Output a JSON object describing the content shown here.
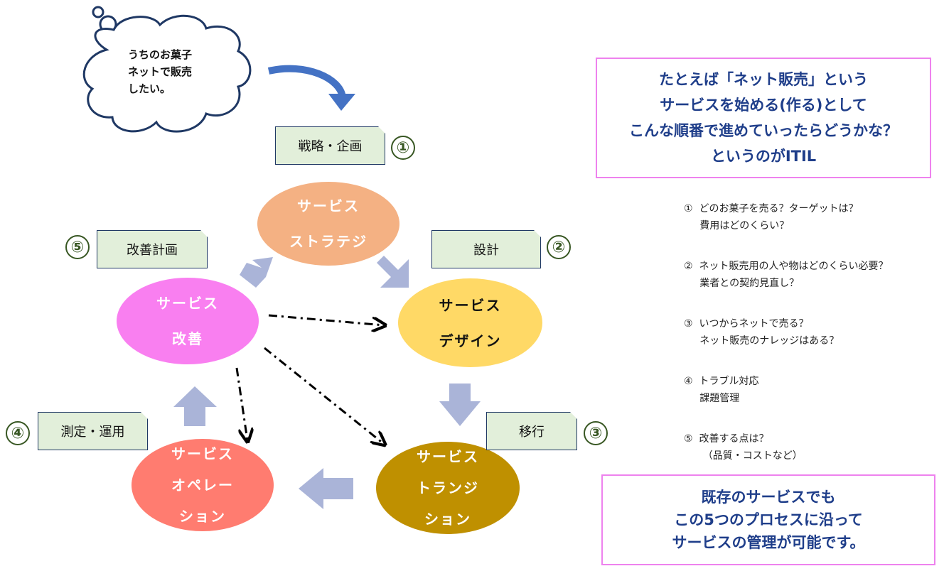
{
  "cloud": {
    "lines": [
      "うちのお菓子",
      "ネットで販売",
      "したい。"
    ]
  },
  "info_top": {
    "lines": [
      "たとえば「ネット販売」という",
      "サービスを始める(作る)として",
      "こんな順番で進めていったらどうかな？",
      "というのがITIL"
    ]
  },
  "info_bottom": {
    "lines": [
      "既存のサービスでも",
      "この5つのプロセスに沿って",
      "サービスの管理が可能です。"
    ]
  },
  "steps": [
    {
      "num": "①",
      "tag": "戦略・企画"
    },
    {
      "num": "②",
      "tag": "設計"
    },
    {
      "num": "③",
      "tag": "移行"
    },
    {
      "num": "④",
      "tag": "測定・運用"
    },
    {
      "num": "⑤",
      "tag": "改善計画"
    }
  ],
  "nodes": {
    "strategy": {
      "line1": "サービス",
      "line2": "ストラテジ",
      "color": "#f4b183"
    },
    "design": {
      "line1": "サービス",
      "line2": "デザイン",
      "color": "#ffd966"
    },
    "transition": {
      "line1": "サービス",
      "line2": "トランジ",
      "line3": "ション",
      "color": "#bf9000"
    },
    "operation": {
      "line1": "サービス",
      "line2": "オペレー",
      "line3": "ション",
      "color": "#ff7c70"
    },
    "improvement": {
      "line1": "サービス",
      "line2": "改善",
      "color": "#f97ff0"
    }
  },
  "qa": [
    {
      "q": "①  どのお菓子を売る？ターゲットは？",
      "a": "     費用はどのくらい？"
    },
    {
      "q": "②  ネット販売用の人や物はどのくらい必要？",
      "a": "     業者との契約見直し？"
    },
    {
      "q": "③  いつからネットで売る？",
      "a": "     ネット販売のナレッジはある？"
    },
    {
      "q": "④  トラブル対応",
      "a": "     課題管理"
    },
    {
      "q": "⑤  改善する点は？",
      "a": "      （品質・コストなど）"
    }
  ],
  "colors": {
    "arrow": "#aab4d8",
    "curve_arrow": "#4472c4",
    "title_text": "#1f3e8a",
    "box_border": "#ee82ee",
    "badge": "#385723",
    "tag_fill": "#e2efda"
  }
}
